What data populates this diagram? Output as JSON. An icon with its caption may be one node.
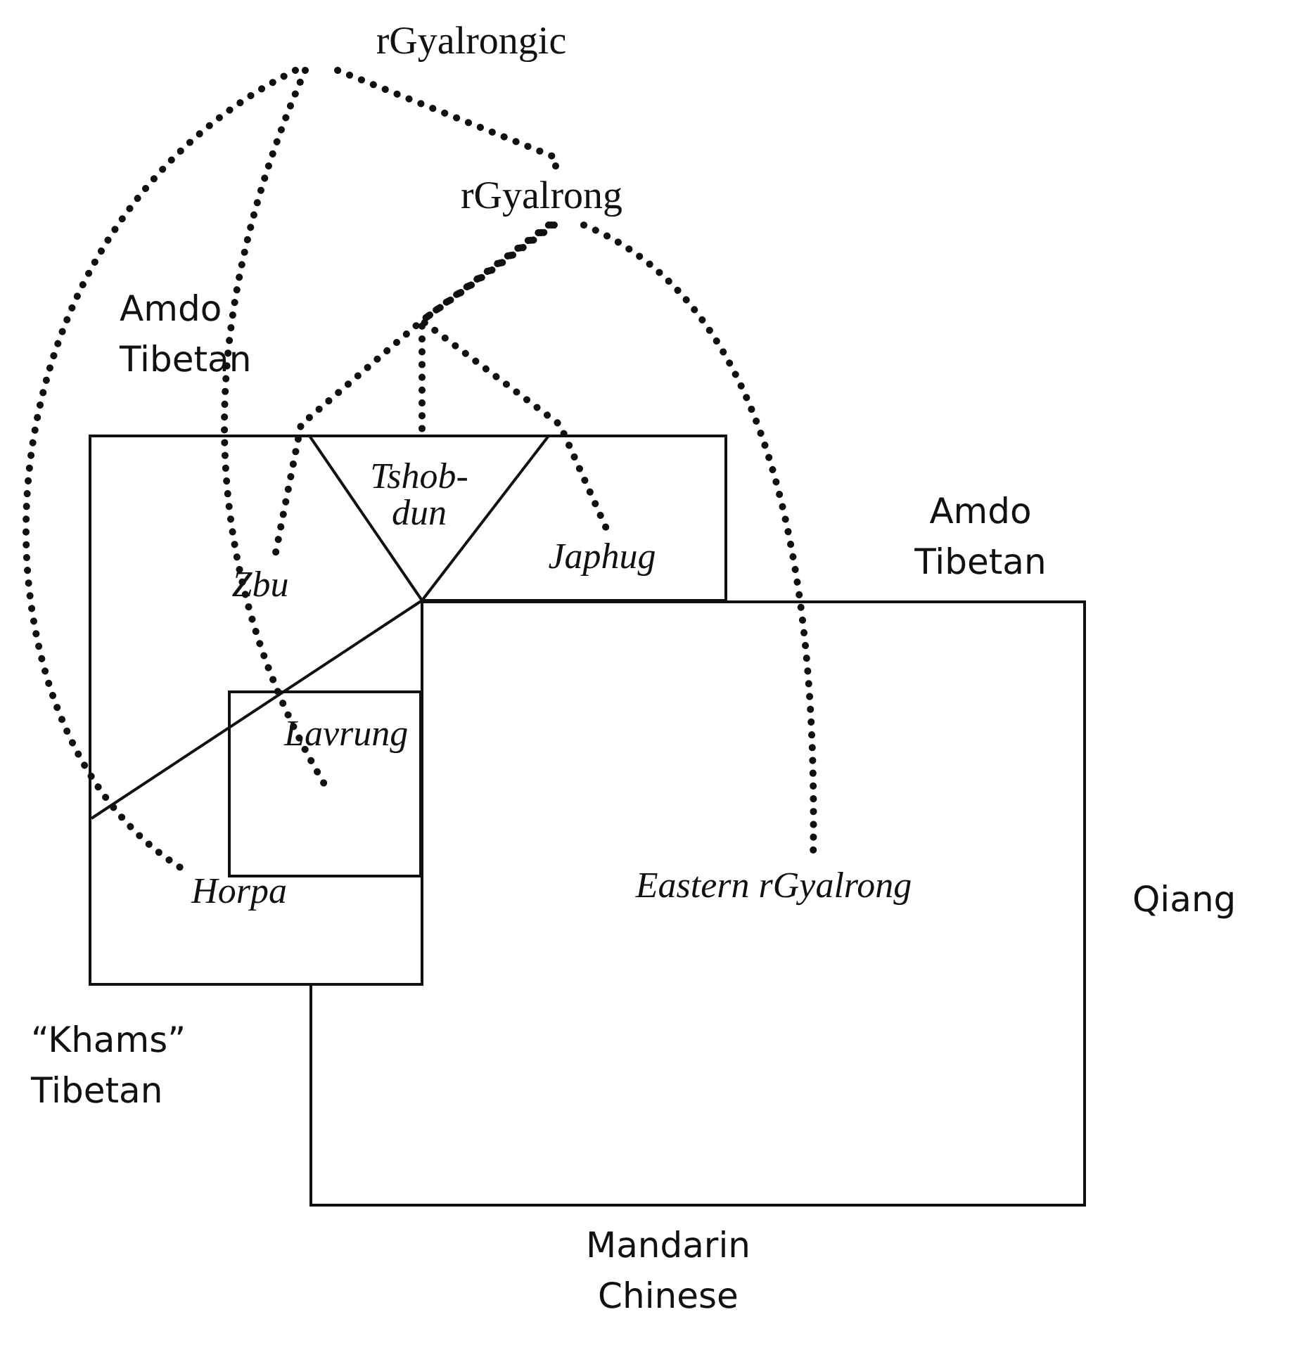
{
  "diagram": {
    "nodes": [
      {
        "text": [
          "rGyalrongic"
        ]
      },
      {
        "text": [
          "rGyalrong"
        ]
      },
      {
        "text": [],
        "shape": "box"
      },
      {
        "text": [
          "Zbu"
        ],
        "in": 2
      },
      {
        "text": [
          "Tshob-dun"
        ],
        "in": 2
      },
      {
        "text": [
          "Japhug"
        ],
        "in": 2
      },
      {
        "text": [
          "Lavrung"
        ],
        "in": 2
      },
      {
        "text": [
          "Horpa"
        ],
        "in": 2
      },
      {
        "text": [],
        "shape": "box"
      },
      {
        "text": [
          "Eastern rGyalrong"
        ],
        "in": 8
      }
    ],
    "edges": [
      {
        "from": 0,
        "to": 1,
        "arrow": "none"
      },
      {
        "from": 0,
        "to": 6,
        "arrow": "none"
      },
      {
        "from": 0,
        "to": 7,
        "arrow": "none"
      },
      {
        "from": 1,
        "to": 9,
        "arrow": "none"
      },
      {
        "from": 1,
        "to": 3,
        "arrow": "none"
      },
      {
        "from": 1,
        "to": 4,
        "arrow": "none"
      },
      {
        "from": 1,
        "to": 5,
        "arrow": "none"
      }
    ],
    "labels": [
      "Amdo Tibetan",
      "Amdo Tibetan",
      "Qiang",
      "“Khams” Tibetan",
      "Mandarin Chinese"
    ]
  }
}
